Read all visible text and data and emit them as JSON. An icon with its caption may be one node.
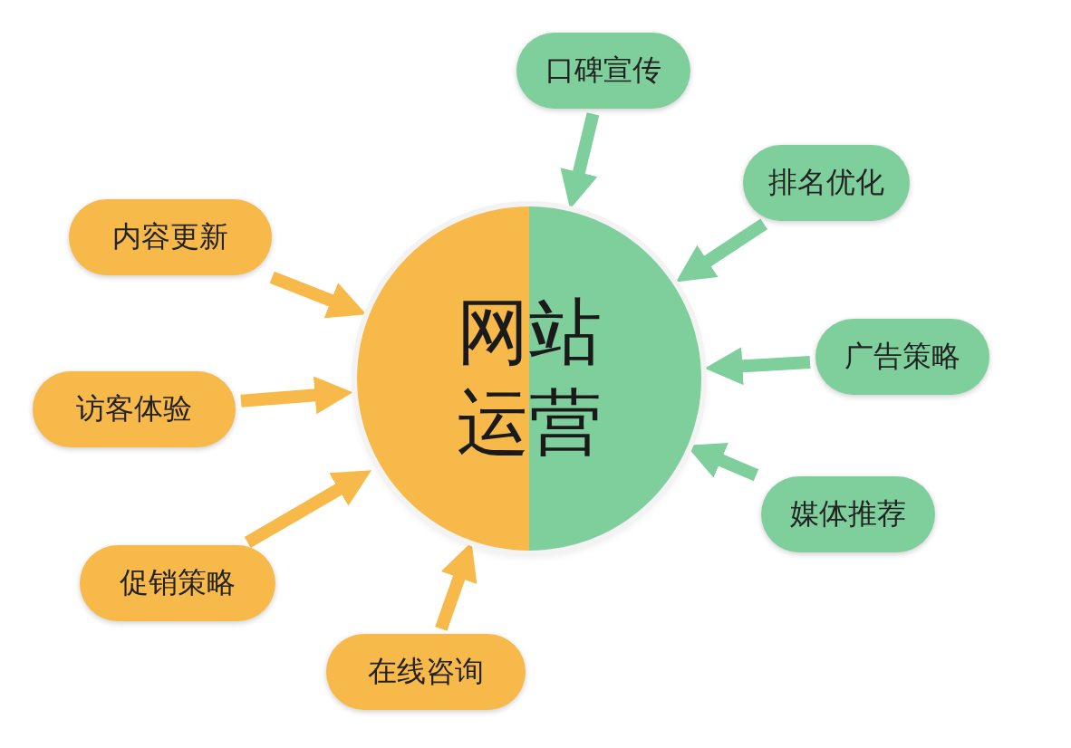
{
  "diagram": {
    "nodes": [
      {
        "text": [
          "网站运营"
        ]
      },
      {
        "text": [
          "口碑宣传"
        ]
      },
      {
        "text": [
          "排名优化"
        ]
      },
      {
        "text": [
          "内容更新"
        ]
      },
      {
        "text": [
          "广告策略"
        ]
      },
      {
        "text": [
          "访客体验"
        ]
      },
      {
        "text": [
          "媒体推荐"
        ]
      },
      {
        "text": [
          "促销策略"
        ]
      },
      {
        "text": [
          "在线咨询"
        ]
      }
    ],
    "edges": [
      {
        "from": 1,
        "to": 0,
        "arrow": "to",
        "color": "#7fcf9c"
      },
      {
        "from": 2,
        "to": 0,
        "arrow": "to",
        "color": "#7fcf9c"
      },
      {
        "from": 3,
        "to": 0,
        "arrow": "to",
        "color": "#f7b94a"
      },
      {
        "from": 4,
        "to": 0,
        "arrow": "to",
        "color": "#7fcf9c"
      },
      {
        "from": 5,
        "to": 0,
        "arrow": "to",
        "color": "#f7b94a"
      },
      {
        "from": 6,
        "to": 0,
        "arrow": "to",
        "color": "#7fcf9c"
      },
      {
        "from": 7,
        "to": 0,
        "arrow": "to",
        "color": "#f7b94a"
      },
      {
        "from": 8,
        "to": 0,
        "arrow": "to",
        "color": "#f7b94a"
      }
    ]
  }
}
